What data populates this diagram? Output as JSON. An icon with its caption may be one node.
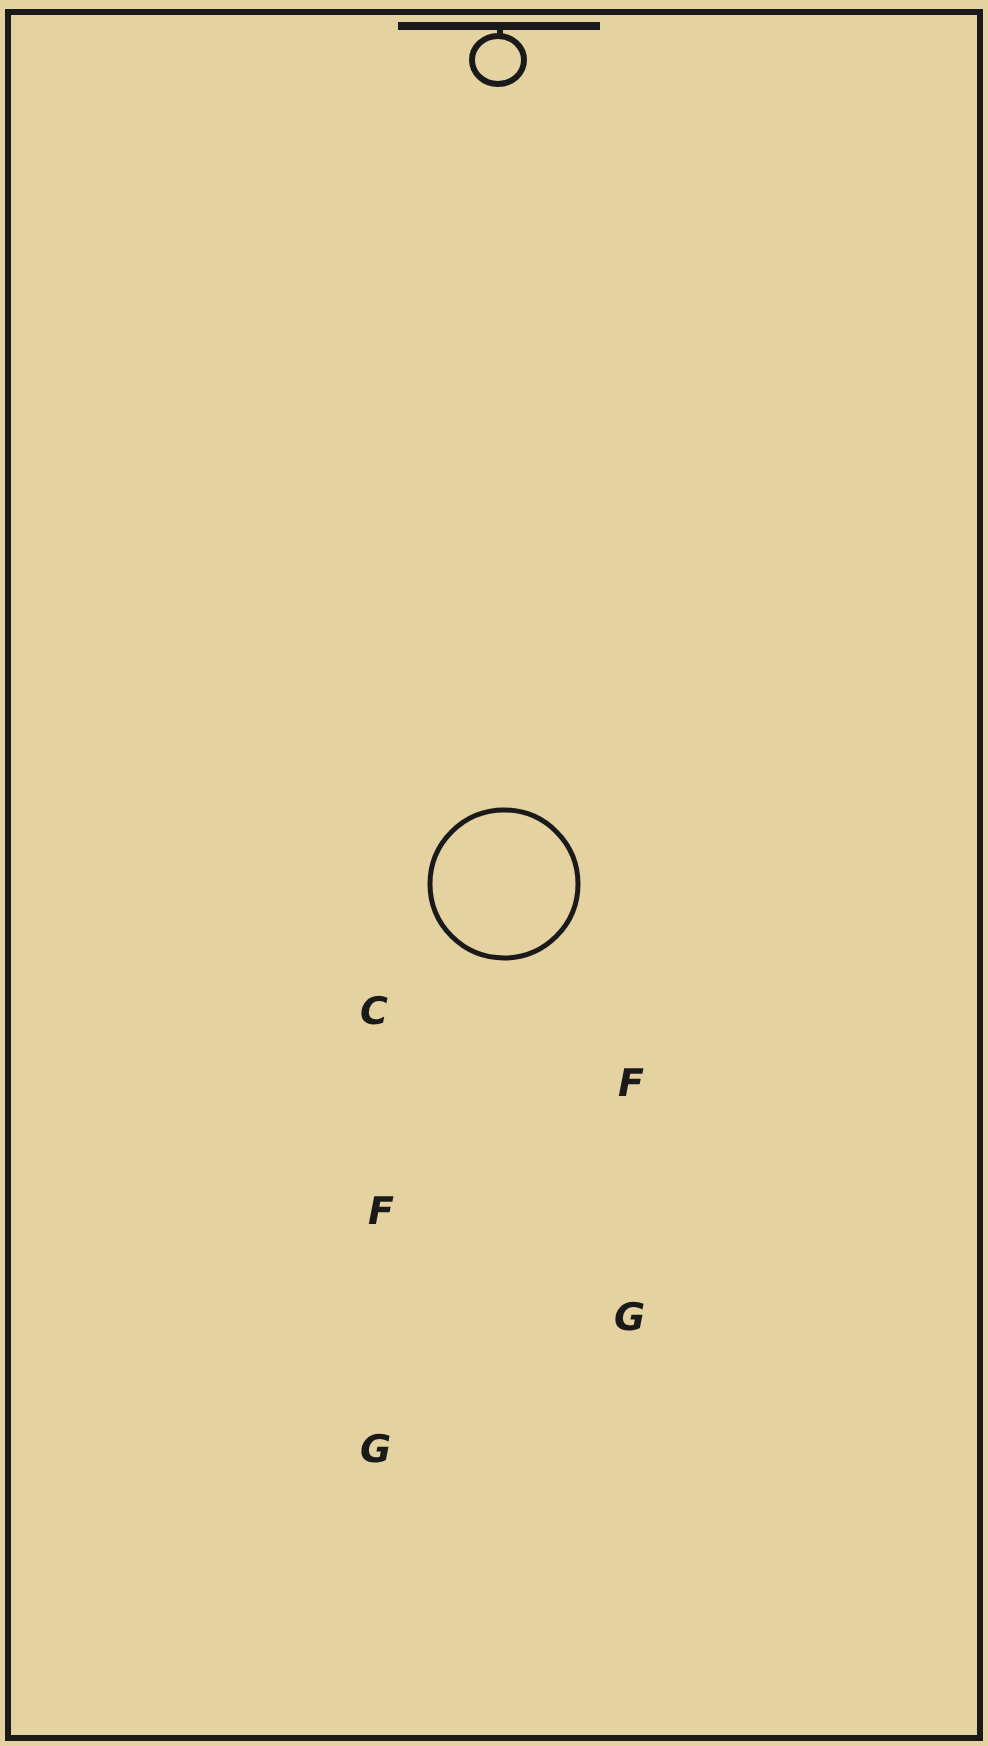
{
  "diagram": {
    "nodes": [
      {
        "text": [],
        "shape": "circle"
      }
    ],
    "labels": [
      "C",
      "F",
      "F",
      "G",
      "G"
    ]
  }
}
